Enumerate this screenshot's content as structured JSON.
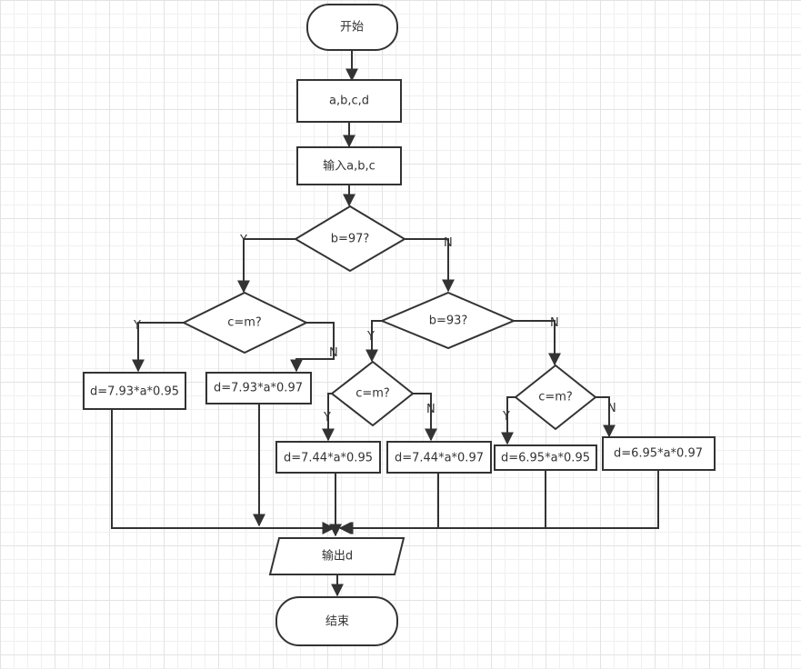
{
  "nodes": {
    "start": "开始",
    "declare": "a,b,c,d",
    "input": "输入a,b,c",
    "cond_b97": "b=97?",
    "cond_c_left": "c=m?",
    "cond_b93": "b=93?",
    "cond_c_mid": "c=m?",
    "cond_c_right": "c=m?",
    "calc_793_95": "d=7.93*a*0.95",
    "calc_793_97": "d=7.93*a*0.97",
    "calc_744_95": "d=7.44*a*0.95",
    "calc_744_97": "d=7.44*a*0.97",
    "calc_695_95": "d=6.95*a*0.95",
    "calc_695_97": "d=6.95*a*0.97",
    "output": "输出d",
    "end": "结束"
  },
  "edge_labels": {
    "b97_yes": "Y",
    "b97_no": "N",
    "c_left_yes": "Y",
    "c_left_no": "N",
    "b93_yes": "Y",
    "b93_no": "N",
    "c_mid_yes": "Y",
    "c_mid_no": "N",
    "c_right_yes": "Y",
    "c_right_no": "N"
  },
  "colors": {
    "stroke": "#333333",
    "fill": "#ffffff",
    "grid": "#e3e3e3"
  }
}
